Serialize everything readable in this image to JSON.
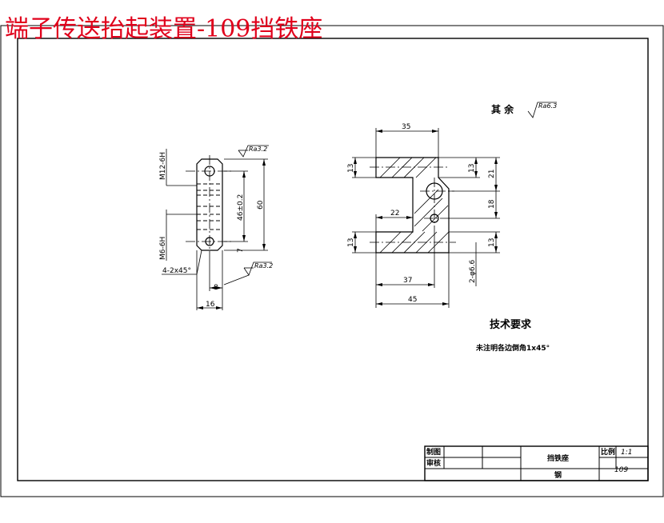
{
  "title": "端子传送抬起装置-109挡铁座",
  "roughness": {
    "rest_label": "其 余",
    "rest_value": "Ra6.3",
    "side_top": "Ra3.2",
    "side_bottom": "Ra3.2"
  },
  "side_view": {
    "thread_top": "M12-6H",
    "thread_bottom": "M6-6H",
    "chamfer": "4-2x45°",
    "dim_46": "46±0.2",
    "dim_60": "60",
    "dim_7": "7",
    "dim_8": "8",
    "dim_16": "16"
  },
  "front_view": {
    "dim_35": "35",
    "dim_13_top_left": "13",
    "dim_13_top_right": "13",
    "dim_21": "21",
    "dim_18": "18",
    "dim_22": "22",
    "dim_13_bottom_left": "13",
    "dim_13_bottom_right": "13",
    "hole": "2-φ6.6",
    "dim_37": "37",
    "dim_45": "45"
  },
  "requirements": {
    "heading": "技术要求",
    "text": "未注明各边倒角1x45°"
  },
  "title_block": {
    "drawn_label": "制图",
    "checked_label": "审核",
    "part_name": "挡铁座",
    "scale_label": "比例",
    "scale_value": "1:1",
    "material": "钢",
    "drawing_no": "109"
  }
}
